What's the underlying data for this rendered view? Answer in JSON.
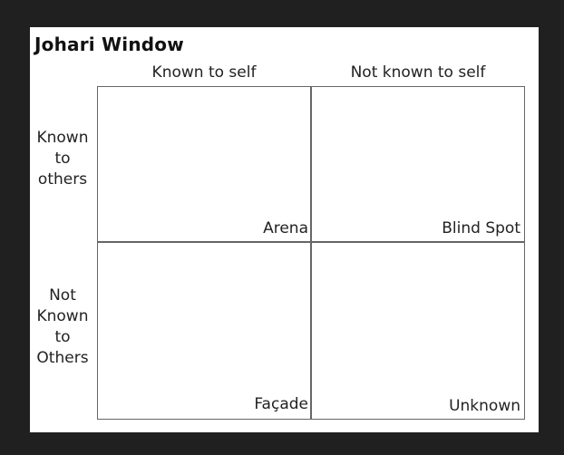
{
  "title": "Johari Window",
  "columns": [
    "Known to self",
    "Not known to self"
  ],
  "rows": [
    [
      "Known",
      "to",
      "others"
    ],
    [
      "Not",
      "Known",
      "to",
      "Others"
    ]
  ],
  "quadrants": [
    "Arena",
    "Blind Spot",
    "Façade",
    "Unknown"
  ]
}
